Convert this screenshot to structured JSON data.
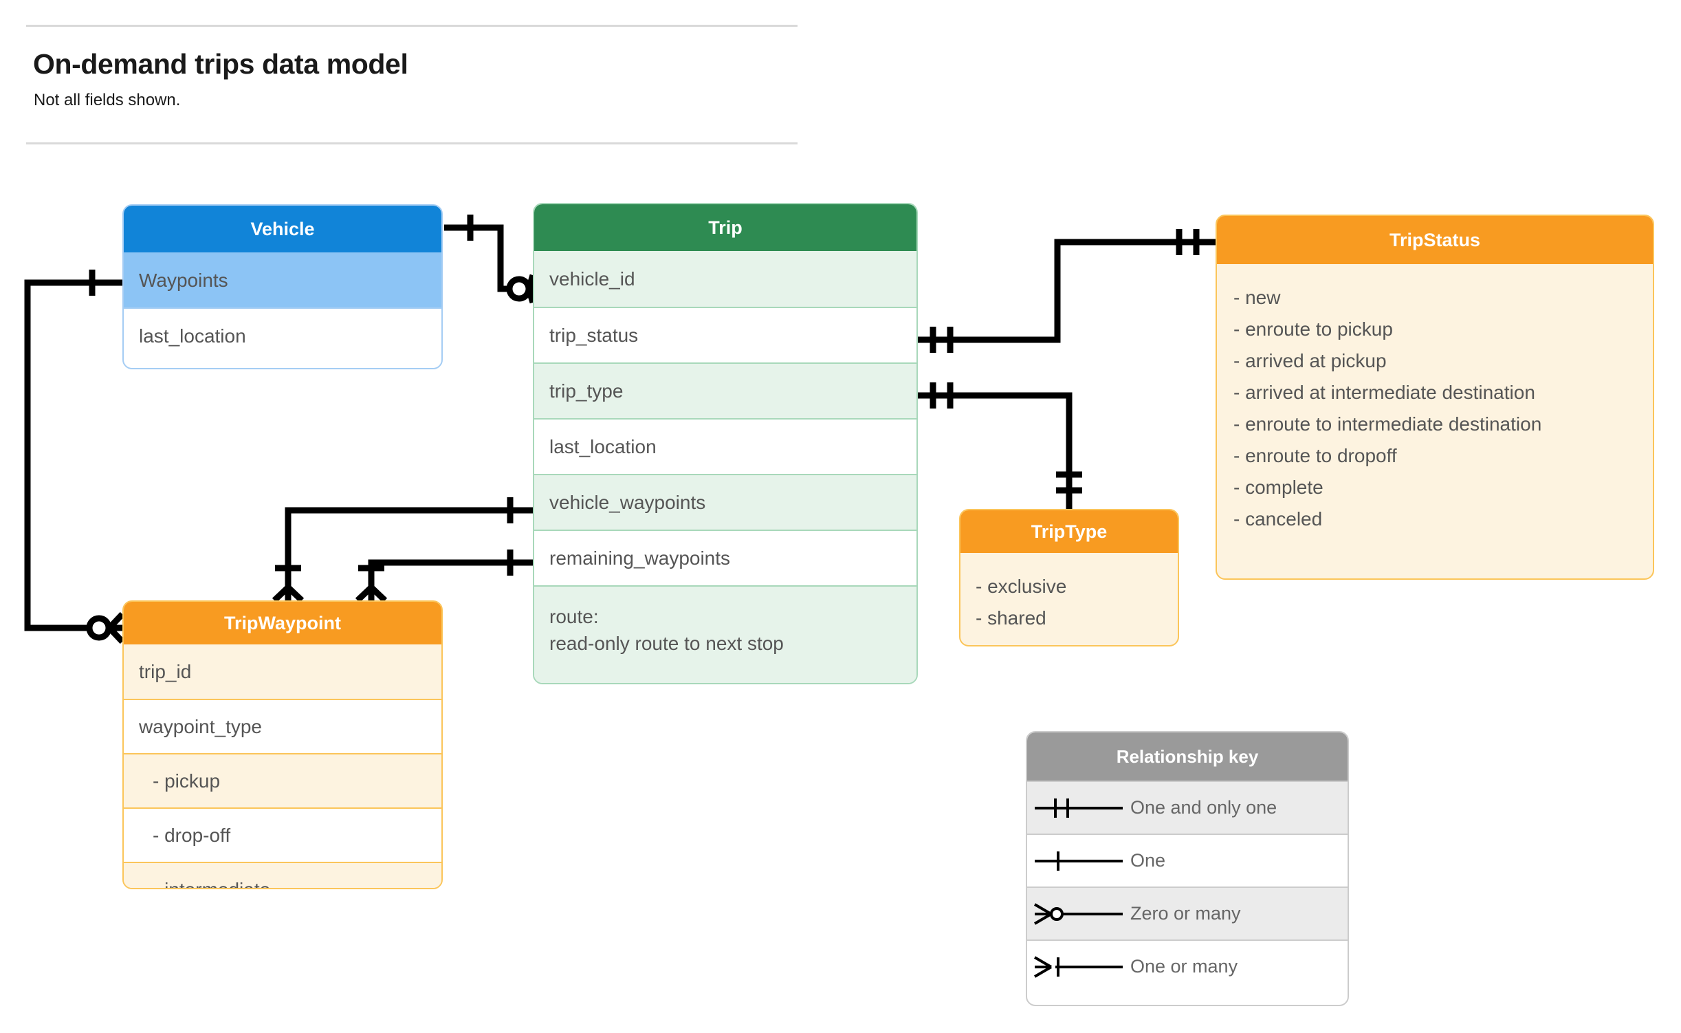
{
  "header": {
    "title": "On-demand trips data model",
    "subtitle": "Not all fields shown."
  },
  "entities": {
    "vehicle": {
      "name": "Vehicle",
      "color": "#1184d8",
      "rows": [
        {
          "label": "Waypoints",
          "tint": true
        },
        {
          "label": "last_location",
          "tint": false
        }
      ]
    },
    "trip": {
      "name": "Trip",
      "color": "#2e8b52",
      "rows": [
        {
          "label": "vehicle_id",
          "tint": true
        },
        {
          "label": "trip_status",
          "tint": false
        },
        {
          "label": "trip_type",
          "tint": true
        },
        {
          "label": "last_location",
          "tint": false
        },
        {
          "label": "vehicle_waypoints",
          "tint": true
        },
        {
          "label": "remaining_waypoints",
          "tint": false
        }
      ],
      "route_row": {
        "line1": "route:",
        "line2": "read-only route to next stop"
      }
    },
    "trip_status": {
      "name": "TripStatus",
      "color": "#f89b21",
      "values": [
        "- new",
        "- enroute to pickup",
        "- arrived at pickup",
        "- arrived at intermediate destination",
        "- enroute to intermediate destination",
        "- enroute to dropoff",
        "- complete",
        "- canceled"
      ]
    },
    "trip_type": {
      "name": "TripType",
      "color": "#f89b21",
      "values": [
        "- exclusive",
        "- shared"
      ]
    },
    "trip_waypoint": {
      "name": "TripWaypoint",
      "color": "#f89b21",
      "rows": [
        {
          "label": "trip_id",
          "tint": true,
          "indent": false
        },
        {
          "label": "waypoint_type",
          "tint": false,
          "indent": false
        },
        {
          "label": "-  pickup",
          "tint": true,
          "indent": true
        },
        {
          "label": "-  drop-off",
          "tint": false,
          "indent": true
        },
        {
          "label": "-  intermediate",
          "tint": true,
          "indent": true
        }
      ]
    }
  },
  "legend": {
    "title": "Relationship key",
    "rows": [
      {
        "label": "One and only one",
        "symbol": "one-and-only-one-icon",
        "tint": true
      },
      {
        "label": "One",
        "symbol": "one-icon",
        "tint": false
      },
      {
        "label": "Zero or many",
        "symbol": "zero-or-many-icon",
        "tint": true
      },
      {
        "label": "One or many",
        "symbol": "one-or-many-icon",
        "tint": false
      }
    ]
  },
  "relationships": [
    {
      "from": "Vehicle",
      "to": "Trip.vehicle_id",
      "from_cardinality": "One",
      "to_cardinality": "Zero or many"
    },
    {
      "from": "Vehicle.Waypoints",
      "to": "TripWaypoint",
      "from_cardinality": "One",
      "to_cardinality": "Zero or many"
    },
    {
      "from": "Trip.trip_status",
      "to": "TripStatus",
      "from_cardinality": "One and only one",
      "to_cardinality": "One and only one"
    },
    {
      "from": "Trip.trip_type",
      "to": "TripType",
      "from_cardinality": "One and only one",
      "to_cardinality": "One and only one"
    },
    {
      "from": "Trip.vehicle_waypoints",
      "to": "TripWaypoint",
      "from_cardinality": "One",
      "to_cardinality": "One or many"
    },
    {
      "from": "Trip.remaining_waypoints",
      "to": "TripWaypoint",
      "from_cardinality": "One",
      "to_cardinality": "One or many"
    }
  ]
}
